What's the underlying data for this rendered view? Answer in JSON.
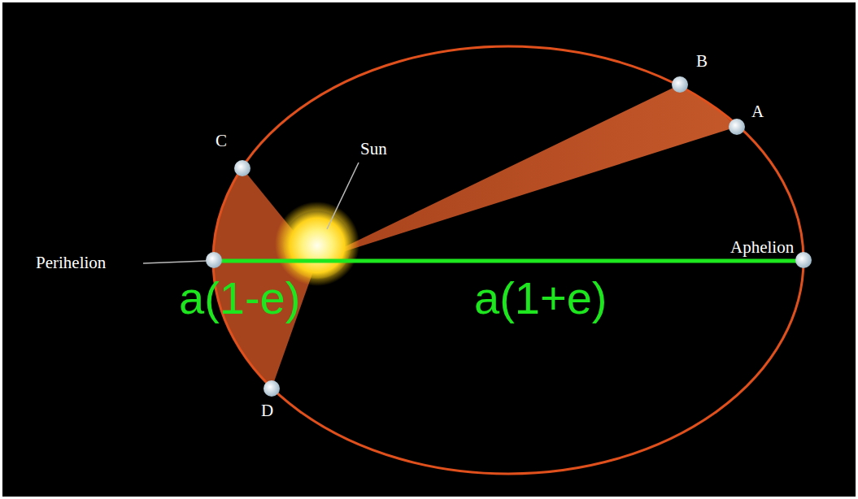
{
  "diagram": {
    "labels": [
      "B",
      "A",
      "C",
      "Sun",
      "Perihelion",
      "Aphelion",
      "a(1-e)",
      "a(1+e)",
      "D"
    ]
  }
}
